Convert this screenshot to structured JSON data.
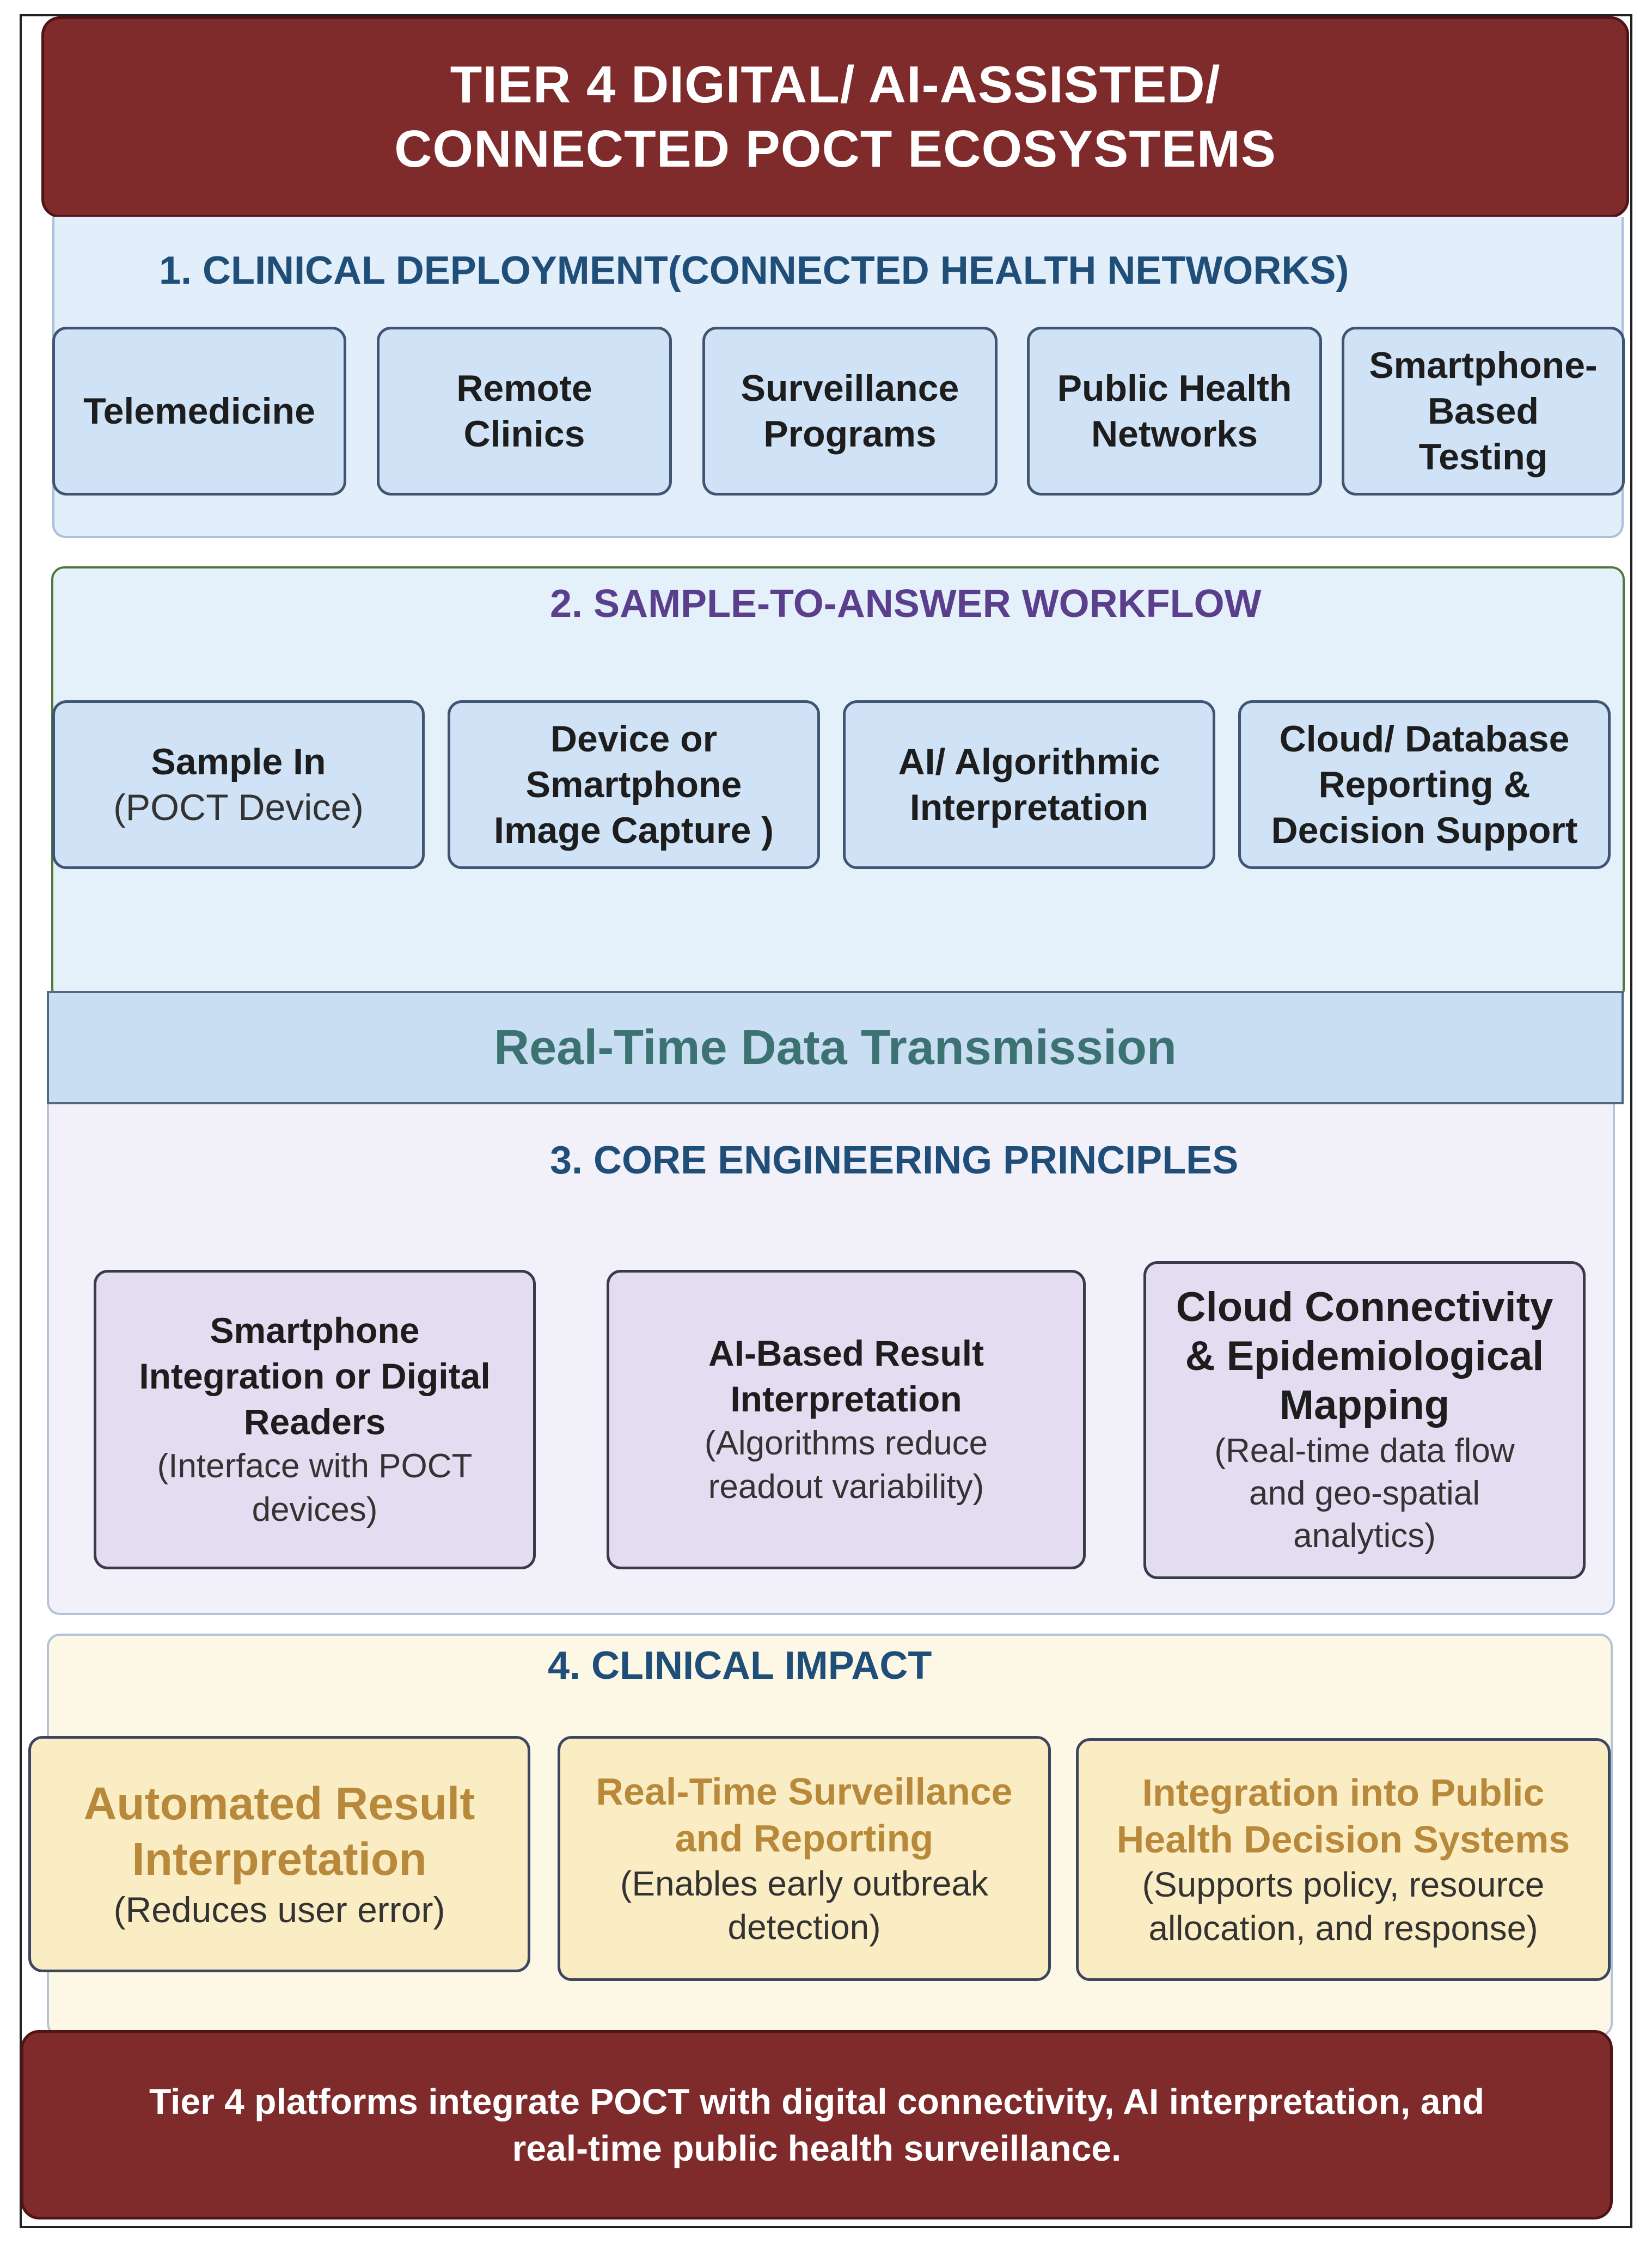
{
  "header": {
    "line1": "TIER 4 DIGITAL/ AI-ASSISTED/",
    "line2": "CONNECTED POCT ECOSYSTEMS"
  },
  "section1": {
    "title": "1.  CLINICAL DEPLOYMENT(CONNECTED HEALTH NETWORKS)",
    "items": [
      {
        "lines": [
          "Telemedicine"
        ]
      },
      {
        "lines": [
          "Remote",
          "Clinics"
        ]
      },
      {
        "lines": [
          "Surveillance",
          "Programs"
        ]
      },
      {
        "lines": [
          "Public Health",
          "Networks"
        ]
      },
      {
        "lines": [
          "Smartphone-",
          "Based",
          "Testing"
        ]
      }
    ]
  },
  "section2": {
    "title": "2. SAMPLE-TO-ANSWER WORKFLOW",
    "items": [
      {
        "main": [
          "Sample In"
        ],
        "sub": [
          "(POCT Device)"
        ]
      },
      {
        "main": [
          "Device or",
          "Smartphone",
          "Image Capture )"
        ],
        "sub": []
      },
      {
        "main": [
          "AI/ Algorithmic",
          "Interpretation"
        ],
        "sub": []
      },
      {
        "main": [
          "Cloud/ Database",
          "Reporting &",
          "Decision Support"
        ],
        "sub": []
      }
    ],
    "transmission": "Real-Time Data Transmission"
  },
  "section3": {
    "title": "3. CORE ENGINEERING PRINCIPLES",
    "items": [
      {
        "main": [
          "Smartphone",
          "Integration or Digital",
          "Readers"
        ],
        "sub": [
          "(Interface with POCT",
          "devices)"
        ]
      },
      {
        "main": [
          "AI-Based Result",
          "Interpretation"
        ],
        "sub": [
          "(Algorithms reduce",
          "readout variability)"
        ]
      },
      {
        "main": [
          "Cloud Connectivity",
          "& Epidemiological",
          "Mapping"
        ],
        "sub": [
          "(Real-time data flow",
          "and geo-spatial",
          "analytics)"
        ]
      }
    ]
  },
  "section4": {
    "title": "4. CLINICAL IMPACT",
    "items": [
      {
        "main": [
          "Automated Result",
          "Interpretation"
        ],
        "sub": [
          "(Reduces user error)"
        ]
      },
      {
        "main": [
          "Real-Time Surveillance",
          "and Reporting"
        ],
        "sub": [
          "(Enables early outbreak",
          "detection)"
        ]
      },
      {
        "main": [
          "Integration into Public",
          "Health Decision Systems"
        ],
        "sub": [
          "(Supports policy, resource",
          "allocation, and response)"
        ]
      }
    ]
  },
  "footer": {
    "line1": "Tier 4 platforms integrate POCT with digital connectivity, AI interpretation, and",
    "line2": "real-time public health surveillance."
  },
  "colors": {
    "banner": "#7f2a2b",
    "sec1_title": "#1f4e79",
    "sec2_title": "#5b3f8c",
    "transmission_text": "#3d7272",
    "sec3_title": "#1f4e79",
    "sec4_title": "#1f4e79",
    "impact_text": "#b8893a"
  }
}
